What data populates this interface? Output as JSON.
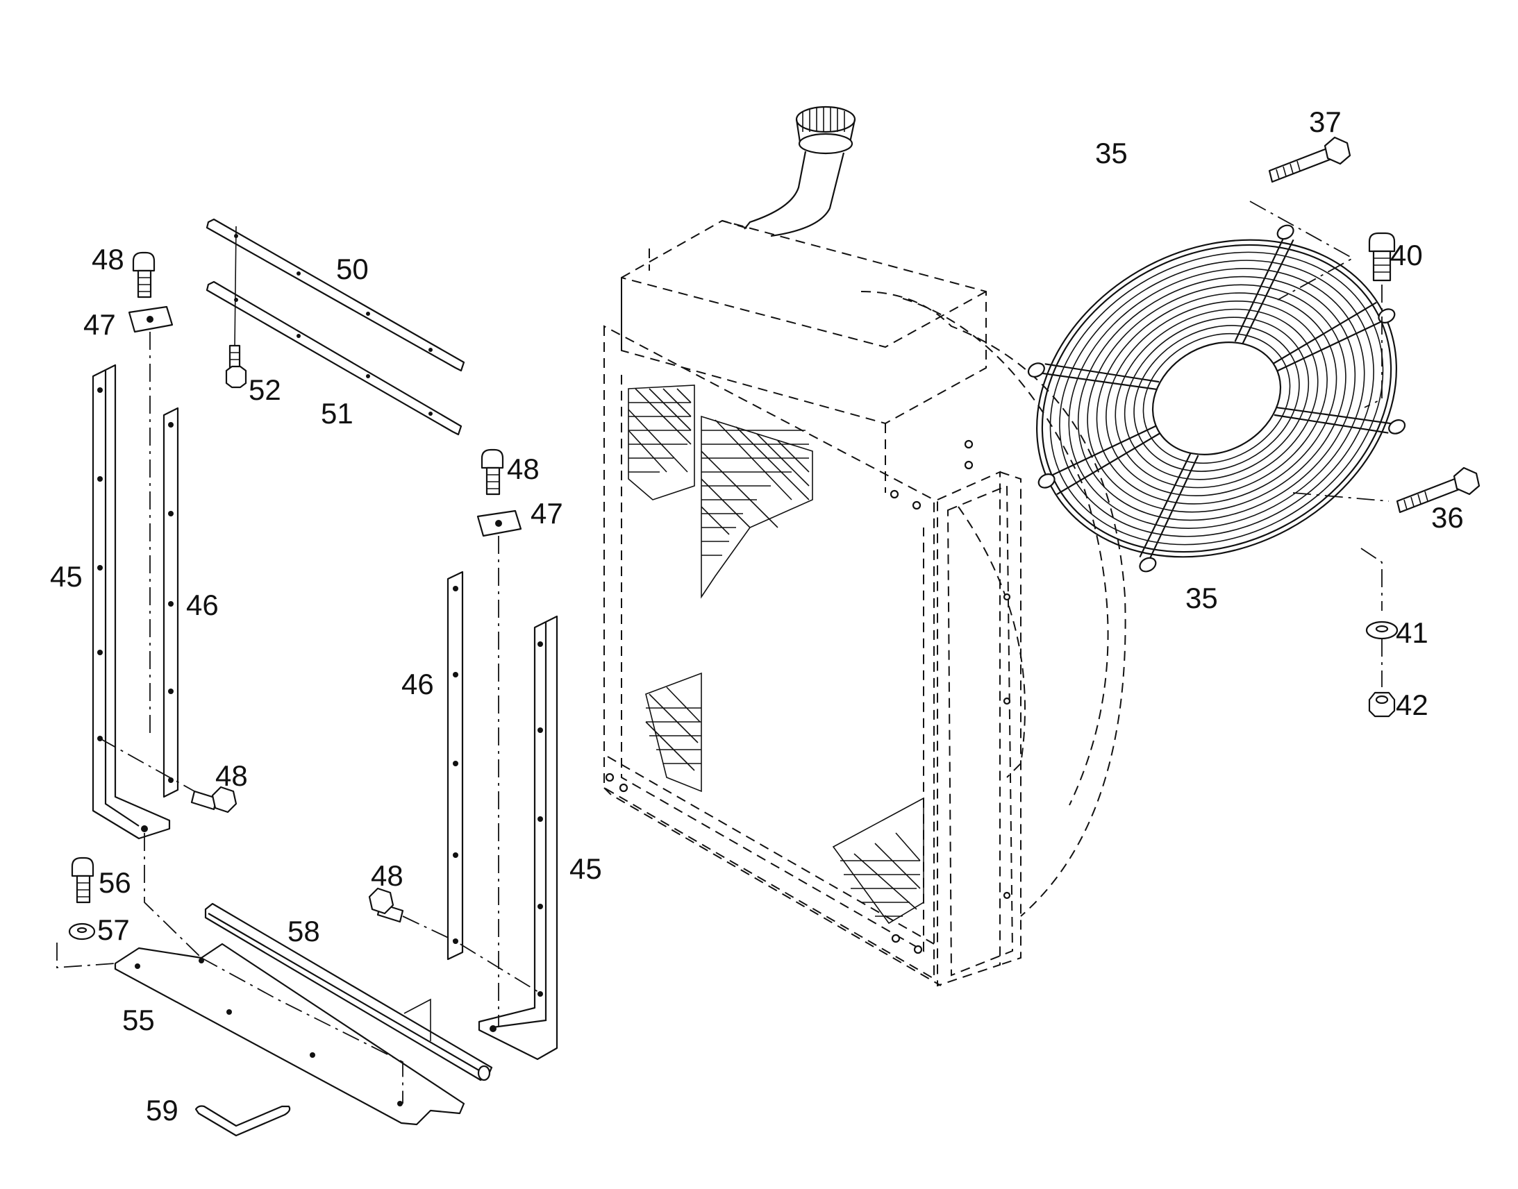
{
  "labels": [
    {
      "id": "label-35-top",
      "text": "35"
    },
    {
      "id": "label-35-bottom",
      "text": "35"
    },
    {
      "id": "label-36",
      "text": "36"
    },
    {
      "id": "label-37",
      "text": "37"
    },
    {
      "id": "label-40",
      "text": "40"
    },
    {
      "id": "label-41",
      "text": "41"
    },
    {
      "id": "label-42",
      "text": "42"
    },
    {
      "id": "label-45-left",
      "text": "45"
    },
    {
      "id": "label-45-right",
      "text": "45"
    },
    {
      "id": "label-46-left",
      "text": "46"
    },
    {
      "id": "label-46-right",
      "text": "46"
    },
    {
      "id": "label-47-left",
      "text": "47"
    },
    {
      "id": "label-47-right",
      "text": "47"
    },
    {
      "id": "label-48-top-left",
      "text": "48"
    },
    {
      "id": "label-48-top-right",
      "text": "48"
    },
    {
      "id": "label-48-mid",
      "text": "48"
    },
    {
      "id": "label-48-bottom",
      "text": "48"
    },
    {
      "id": "label-50",
      "text": "50"
    },
    {
      "id": "label-51",
      "text": "51"
    },
    {
      "id": "label-52",
      "text": "52"
    },
    {
      "id": "label-55",
      "text": "55"
    },
    {
      "id": "label-56",
      "text": "56"
    },
    {
      "id": "label-57",
      "text": "57"
    },
    {
      "id": "label-58",
      "text": "58"
    },
    {
      "id": "label-59",
      "text": "59"
    }
  ]
}
